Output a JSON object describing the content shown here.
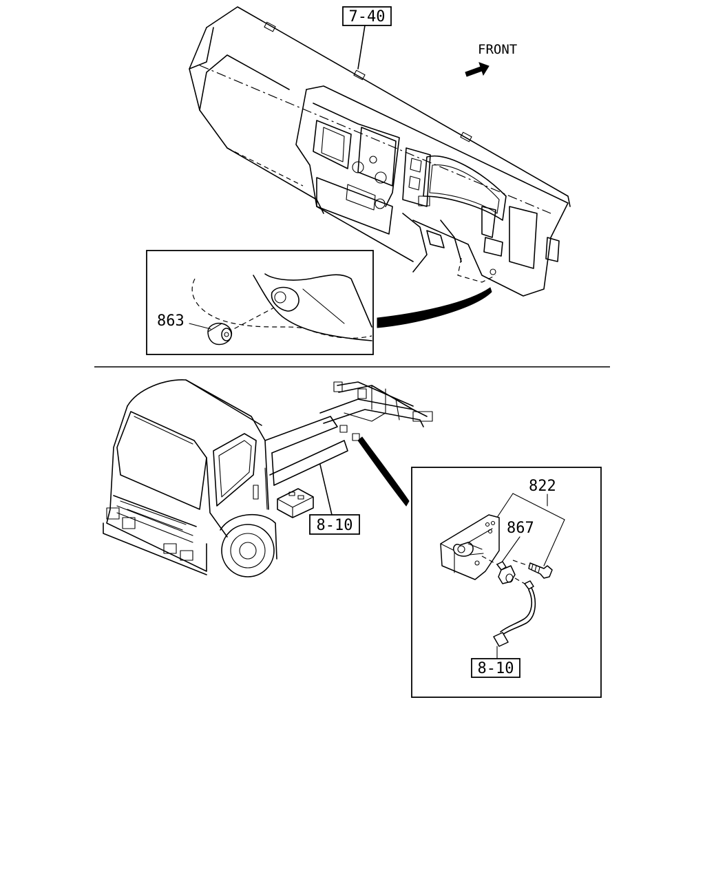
{
  "labels": {
    "dash_ref": "7-40",
    "front": "FRONT",
    "part_plug": "863",
    "frame_ref": "8-10",
    "part_bracket": "822",
    "part_sensor": "867",
    "harness_ref": "8-10"
  },
  "icons": {
    "front_arrow": "arrow-right-icon"
  }
}
